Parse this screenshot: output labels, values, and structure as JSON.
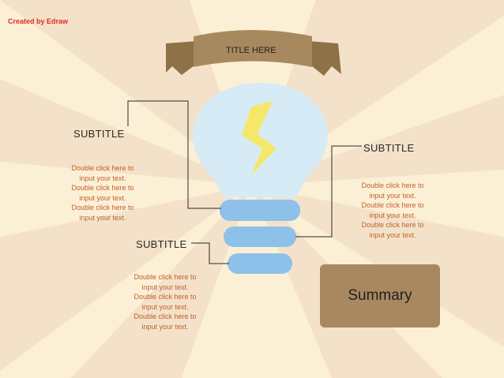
{
  "watermark": "Created by Edraw",
  "title": "TITLE HERE",
  "blocks": [
    {
      "subtitle": "SUBTITLE",
      "lines": [
        "Double click here to",
        "input your text.",
        "Double click here to",
        "input your text.",
        "Double click here to",
        "input your text."
      ]
    },
    {
      "subtitle": "SUBTITLE",
      "lines": [
        "Double click here to",
        "input your text.",
        "Double click here to",
        "input your text.",
        "Double click here to",
        "input your text."
      ]
    },
    {
      "subtitle": "SUBTITLE",
      "lines": [
        "Double click here to",
        "input your text.",
        "Double click here to",
        "input your text.",
        "Double click here to",
        "input your text."
      ]
    }
  ],
  "summary": "Summary",
  "colors": {
    "background": "#f3e2c9",
    "rays": "#fbf0d6",
    "banner": "#a8895f",
    "bulb_glass": "#d7ebf7",
    "bulb_base": "#8ec1ea",
    "bolt": "#f5e76a",
    "body_text": "#c0602a",
    "watermark": "#e02828"
  }
}
